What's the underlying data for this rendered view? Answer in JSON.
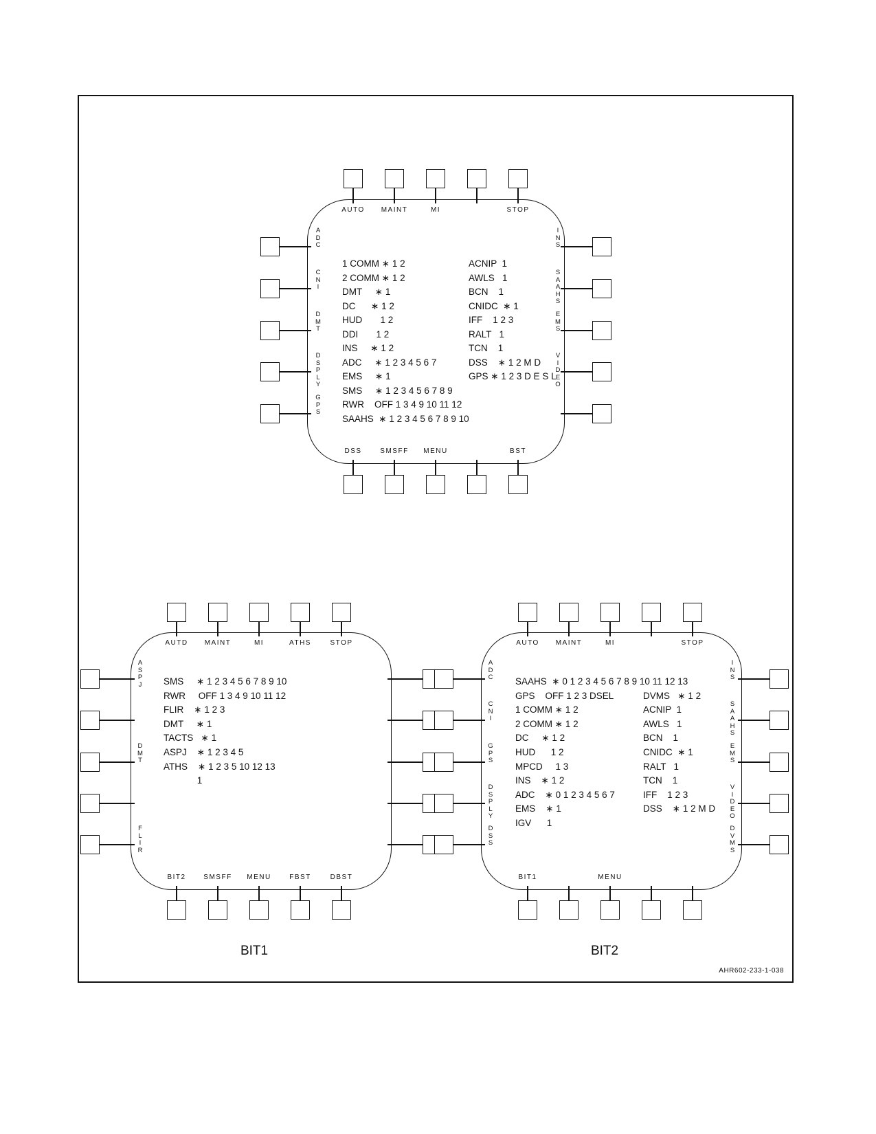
{
  "figure_id": "AHR602-233-1-038",
  "displays": [
    {
      "id": "main",
      "caption": "",
      "top_labels": [
        "AUTO",
        "MAINT",
        "MI",
        "",
        "STOP"
      ],
      "bottom_labels": [
        "DSS",
        "SMSFF",
        "MENU",
        "",
        "BST"
      ],
      "left_labels": [
        "A\nD\nC",
        "C\nN\nI",
        "D\nM\nT",
        "D\nS\nP\nL\nY",
        "G\nP\nS"
      ],
      "right_labels": [
        "I\nN\nS",
        "S\nA\nA\nH\nS",
        "E\nM\nS",
        "V\nI\nD\nE\nO",
        ""
      ],
      "left_col": [
        "1 COMM ∗ 1 2",
        "2 COMM ∗ 1 2",
        "DMT     ∗ 1",
        "DC      ∗ 1 2",
        "HUD       1 2",
        "DDI       1 2",
        "INS     ∗ 1 2",
        "ADC     ∗ 1 2 3 4 5 6 7",
        "EMS     ∗ 1",
        "SMS     ∗ 1 2 3 4 5 6 7 8 9",
        "RWR    OFF 1 3 4 9 10 11 12",
        "SAAHS  ∗ 1 2 3 4 5 6 7 8 9 10"
      ],
      "right_col": [
        "ACNIP  1",
        "AWLS   1",
        "BCN    1",
        "CNIDC  ∗ 1",
        "IFF    1 2 3",
        "RALT   1",
        "TCN    1",
        "DSS    ∗ 1 2 M D",
        "GPS ∗ 1 2 3 D E S L"
      ]
    },
    {
      "id": "bit1",
      "caption": "BIT1",
      "top_labels": [
        "AUTD",
        "MAINT",
        "MI",
        "ATHS",
        "STOP"
      ],
      "bottom_labels": [
        "BIT2",
        "SMSFF",
        "MENU",
        "FBST",
        "DBST"
      ],
      "left_labels": [
        "A\nS\nP\nJ",
        "",
        "D\nM\nT",
        "",
        "F\nL\nI\nR"
      ],
      "right_labels": [
        "",
        "",
        "",
        "",
        ""
      ],
      "left_col": [
        "SMS     ∗ 1 2 3 4 5 6 7 8 9 10",
        "RWR     OFF 1 3 4 9 10 11 12",
        "FLIR    ∗ 1 2 3",
        "DMT     ∗ 1",
        "TACTS   ∗ 1",
        "ASPJ    ∗ 1 2 3 4 5",
        "ATHS    ∗ 1 2 3 5 10 12 13",
        "             1"
      ],
      "right_col": []
    },
    {
      "id": "bit2",
      "caption": "BIT2",
      "top_labels": [
        "AUTO",
        "MAINT",
        "MI",
        "",
        "STOP"
      ],
      "bottom_labels": [
        "BIT1",
        "",
        "MENU",
        "",
        ""
      ],
      "left_labels": [
        "A\nD\nC",
        "C\nN\nI",
        "G\nP\nS",
        "D\nS\nP\nL\nY",
        "D\nS\nS"
      ],
      "right_labels": [
        "I\nN\nS",
        "S\nA\nA\nH\nS",
        "E\nM\nS",
        "V\nI\nD\nE\nO",
        "D\nV\nM\nS"
      ],
      "left_col": [
        "SAAHS  ∗ 0 1 2 3 4 5 6 7 8 9 10 11 12 13",
        "GPS    OFF 1 2 3 DSEL",
        "1 COMM ∗ 1 2",
        "2 COMM ∗ 1 2",
        "DC     ∗ 1 2",
        "HUD      1 2",
        "MPCD     1 3",
        "INS    ∗ 1 2",
        "ADC    ∗ 0 1 2 3 4 5 6 7",
        "EMS    ∗ 1",
        "IGV      1"
      ],
      "right_col": [
        "",
        "DVMS   ∗ 1 2",
        "ACNIP  1",
        "AWLS   1",
        "BCN    1",
        "CNIDC  ∗ 1",
        "RALT   1",
        "TCN    1",
        "IFF    1 2 3",
        "DSS    ∗ 1 2 M D"
      ]
    }
  ]
}
